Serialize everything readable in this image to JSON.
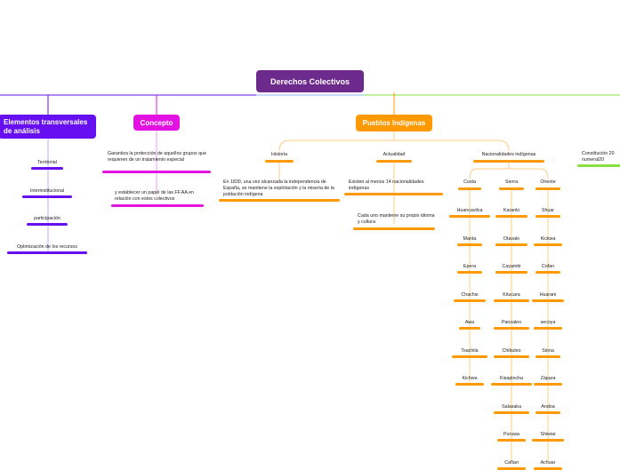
{
  "root": {
    "label": "Derechos Colectivos"
  },
  "branches": {
    "elementos": {
      "label": "Elementos transversales de análisis",
      "color": "#6610f2"
    },
    "concepto": {
      "label": "Concepto",
      "color": "#e312e3"
    },
    "pueblos": {
      "label": "Pueblos Indígenas",
      "color": "#ff9900"
    },
    "constitucion": {
      "label": "Constitución 20 numeral20",
      "color": "#88e03c"
    }
  },
  "elementos_items": [
    "Territorial",
    "Interinstitucional",
    "participación",
    "Optimización de los recursos"
  ],
  "concepto_items": [
    "Garantiza la protección de aquellos grupos que requieren de un tratamiento especial",
    "y establecer un papel de las FF.AA en relación con estos colectivos"
  ],
  "pueblos_sub": {
    "historia": {
      "label": "Historia",
      "text": "En 1830, una vez alcanzada la independencia de España, se mantiene  la explotación y la miseria de la población indígena"
    },
    "actualidad": {
      "label": "Actualidad",
      "items": [
        "Existen al menos 14 nacionalidades indígenas",
        "Cada uno mantiene su propio idioma y cultura"
      ]
    },
    "nacionalidades": {
      "label": "Nacionalidades indígenas"
    }
  },
  "regions": {
    "costa": {
      "label": "Costa",
      "items": [
        "Huancavilca",
        "Manta",
        "Epera",
        "Chachis",
        "Awa",
        "Tsachila",
        "Kichwa"
      ]
    },
    "sierra": {
      "label": "Sierra",
      "items": [
        "Karanki",
        "Otavalo",
        "Cayambi",
        "Kitucara",
        "Panzaleo",
        "Chibuleo",
        "Kisapincha",
        "Salasaka",
        "Puruwa",
        "Cañari"
      ]
    },
    "oriente": {
      "label": "Oriente",
      "items": [
        "Shuar",
        "Kickwa",
        "Cofan",
        "Huarani",
        "secoya",
        "Siona",
        "Zápara",
        "Andoa",
        "Shiwiar",
        "Achuar"
      ]
    }
  }
}
